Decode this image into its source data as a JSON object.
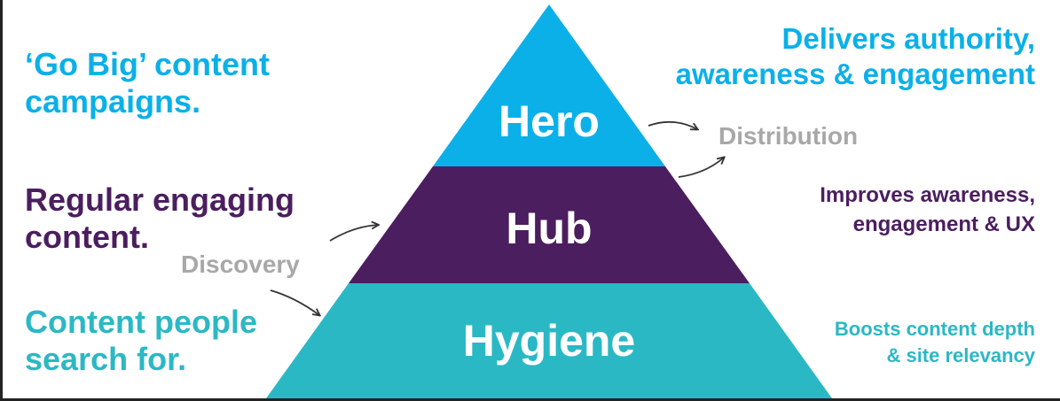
{
  "colors": {
    "hero": "#0bb0e8",
    "hub": "#4b1e5f",
    "hygiene": "#2bb8c5",
    "label_grey": "#a8a8a8",
    "arrow": "#333333"
  },
  "tiers": {
    "hero": "Hero",
    "hub": "Hub",
    "hygiene": "Hygiene"
  },
  "left": {
    "hero_lines": [
      "‘Go Big’ content",
      "campaigns."
    ],
    "hub_lines": [
      "Regular engaging",
      "content."
    ],
    "hygiene_lines": [
      "Content people",
      "search for."
    ]
  },
  "right": {
    "hero_lines": [
      "Delivers authority,",
      "awareness & engagement"
    ],
    "hub_lines": [
      "Improves awareness,",
      "engagement & UX"
    ],
    "hygiene_lines": [
      "Boosts content depth",
      "& site relevancy"
    ]
  },
  "flows": {
    "discovery": "Discovery",
    "distribution": "Distribution"
  }
}
